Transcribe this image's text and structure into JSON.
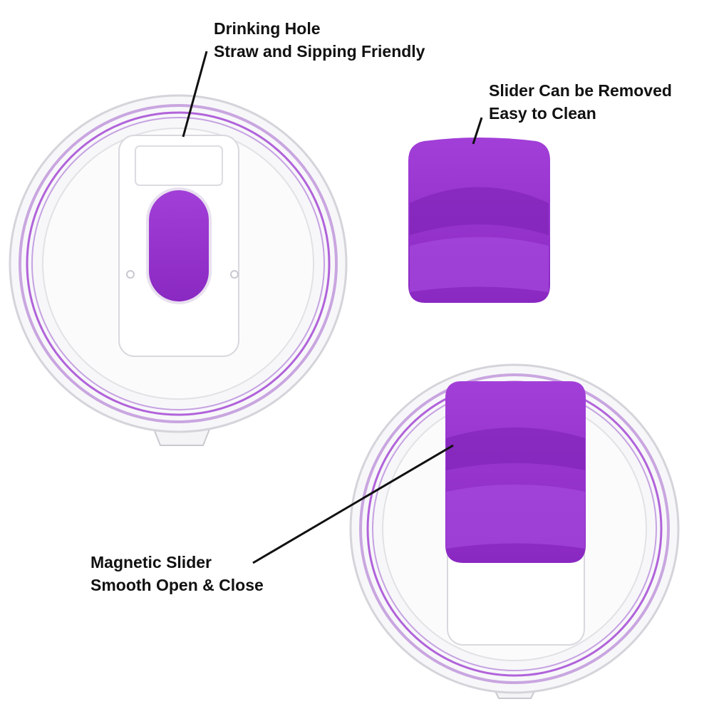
{
  "callouts": {
    "drinking_hole": {
      "line1": "Drinking Hole",
      "line2": "Straw and Sipping Friendly"
    },
    "slider_removable": {
      "line1": "Slider Can be Removed",
      "line2": "Easy to Clean"
    },
    "magnetic_slider": {
      "line1": "Magnetic Slider",
      "line2": "Smooth Open & Close"
    }
  },
  "colors": {
    "accent": "#9a32cf",
    "accent_dark": "#7a1fb0",
    "rim": "#b58bd6"
  }
}
